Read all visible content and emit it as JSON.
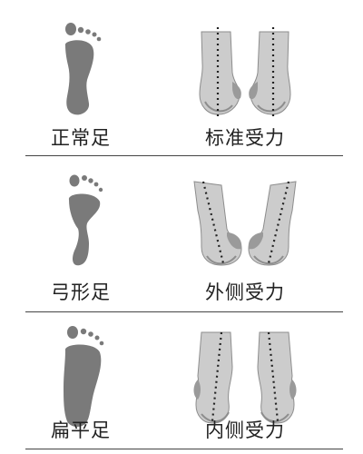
{
  "rows": [
    {
      "foot_type": "正常足",
      "force": "标准受力"
    },
    {
      "foot_type": "弓形足",
      "force": "外侧受力"
    },
    {
      "foot_type": "扁平足",
      "force": "内侧受力"
    }
  ],
  "colors": {
    "footprint": "#7a7a7a",
    "leg": "#c9c9c9",
    "leg_shadow": "#8d8d8d",
    "dotted_line": "#222222",
    "divider": "#444444"
  }
}
